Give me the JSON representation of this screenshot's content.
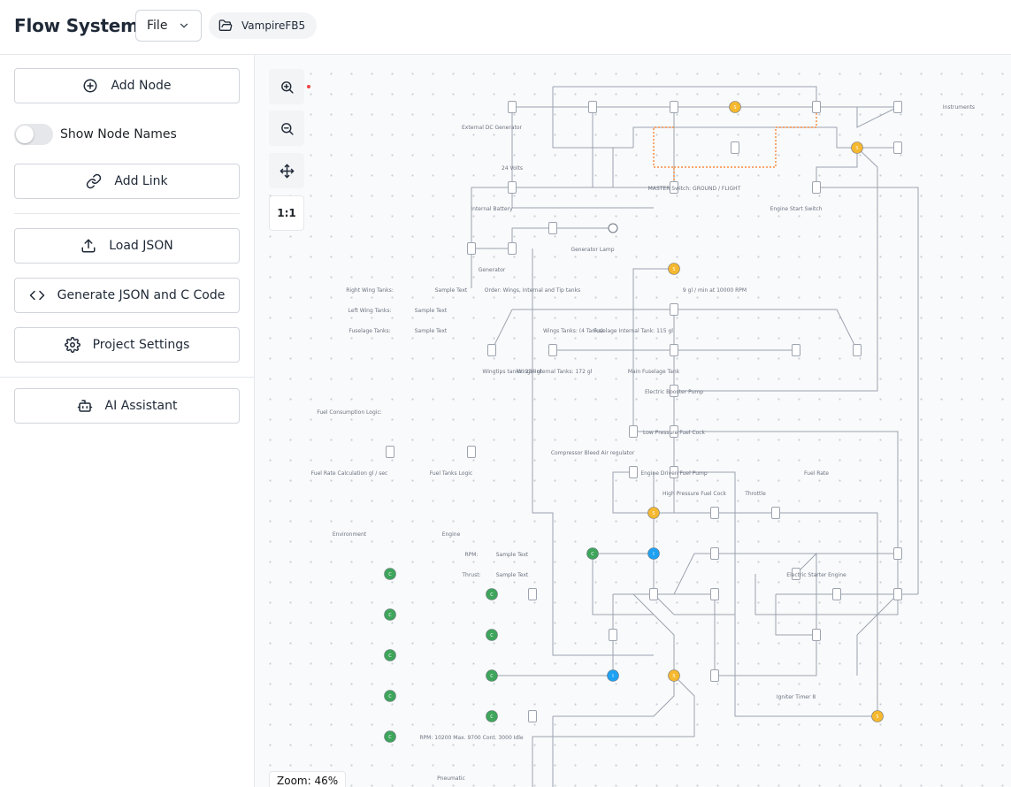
{
  "app": {
    "title": "Flow System"
  },
  "menu": {
    "file_label": "File"
  },
  "project": {
    "name": "VampireFB5"
  },
  "sidebar": {
    "add_node": "Add Node",
    "show_node_names": "Show Node Names",
    "show_node_names_on": false,
    "add_link": "Add Link",
    "load_json": "Load JSON",
    "generate": "Generate JSON and C Code",
    "project_settings": "Project Settings",
    "ai_assistant": "AI Assistant"
  },
  "canvas": {
    "zoom_label": "Zoom: 46%",
    "reset_label": "1:1",
    "node_colors": {
      "junction": "#f5b82e",
      "source": "#3ea55b",
      "info": "#1ea1f2",
      "wire": "#9ca3af",
      "active_wire": "#f97316"
    },
    "labels": [
      "External DC Generator",
      "24 Volts",
      "Internal Battery",
      "MASTER Switch: GROUND / FLIGHT",
      "Engine Start Switch",
      "Instruments",
      "Generator",
      "Generator Lamp",
      "Right Wing Tanks:",
      "Sample Text",
      "Order: Wings, Internal and Tip tanks",
      "9 gl / min at 10000 RPM",
      "Left Wing Tanks:",
      "Fuselage Tanks:",
      "Wings Tanks: (4 Tanks)",
      "Fuselage Internal Tank: 115 gl",
      "Wingtips tanks: 234 gl",
      "Wings Internal Tanks: 172 gl",
      "Main Fuselage Tank",
      "Electric Booster Pump",
      "Fuel Consumption Logic:",
      "Low Pressure Fuel Cock",
      "Compressor Bleed Air regulator",
      "Fuel Rate Calculation gl / sec",
      "Fuel Tanks Logic",
      "Engine Driven Fuel Pump",
      "Fuel Rate",
      "High Pressure Fuel Cock",
      "Throttle",
      "Environment",
      "Engine",
      "RPM:",
      "Thrust:",
      "Electric Starter Engine",
      "Igniter Timer 8",
      "RPM: 10200 Max. 9700 Cont. 3000 Idle",
      "Pneumatic"
    ]
  }
}
